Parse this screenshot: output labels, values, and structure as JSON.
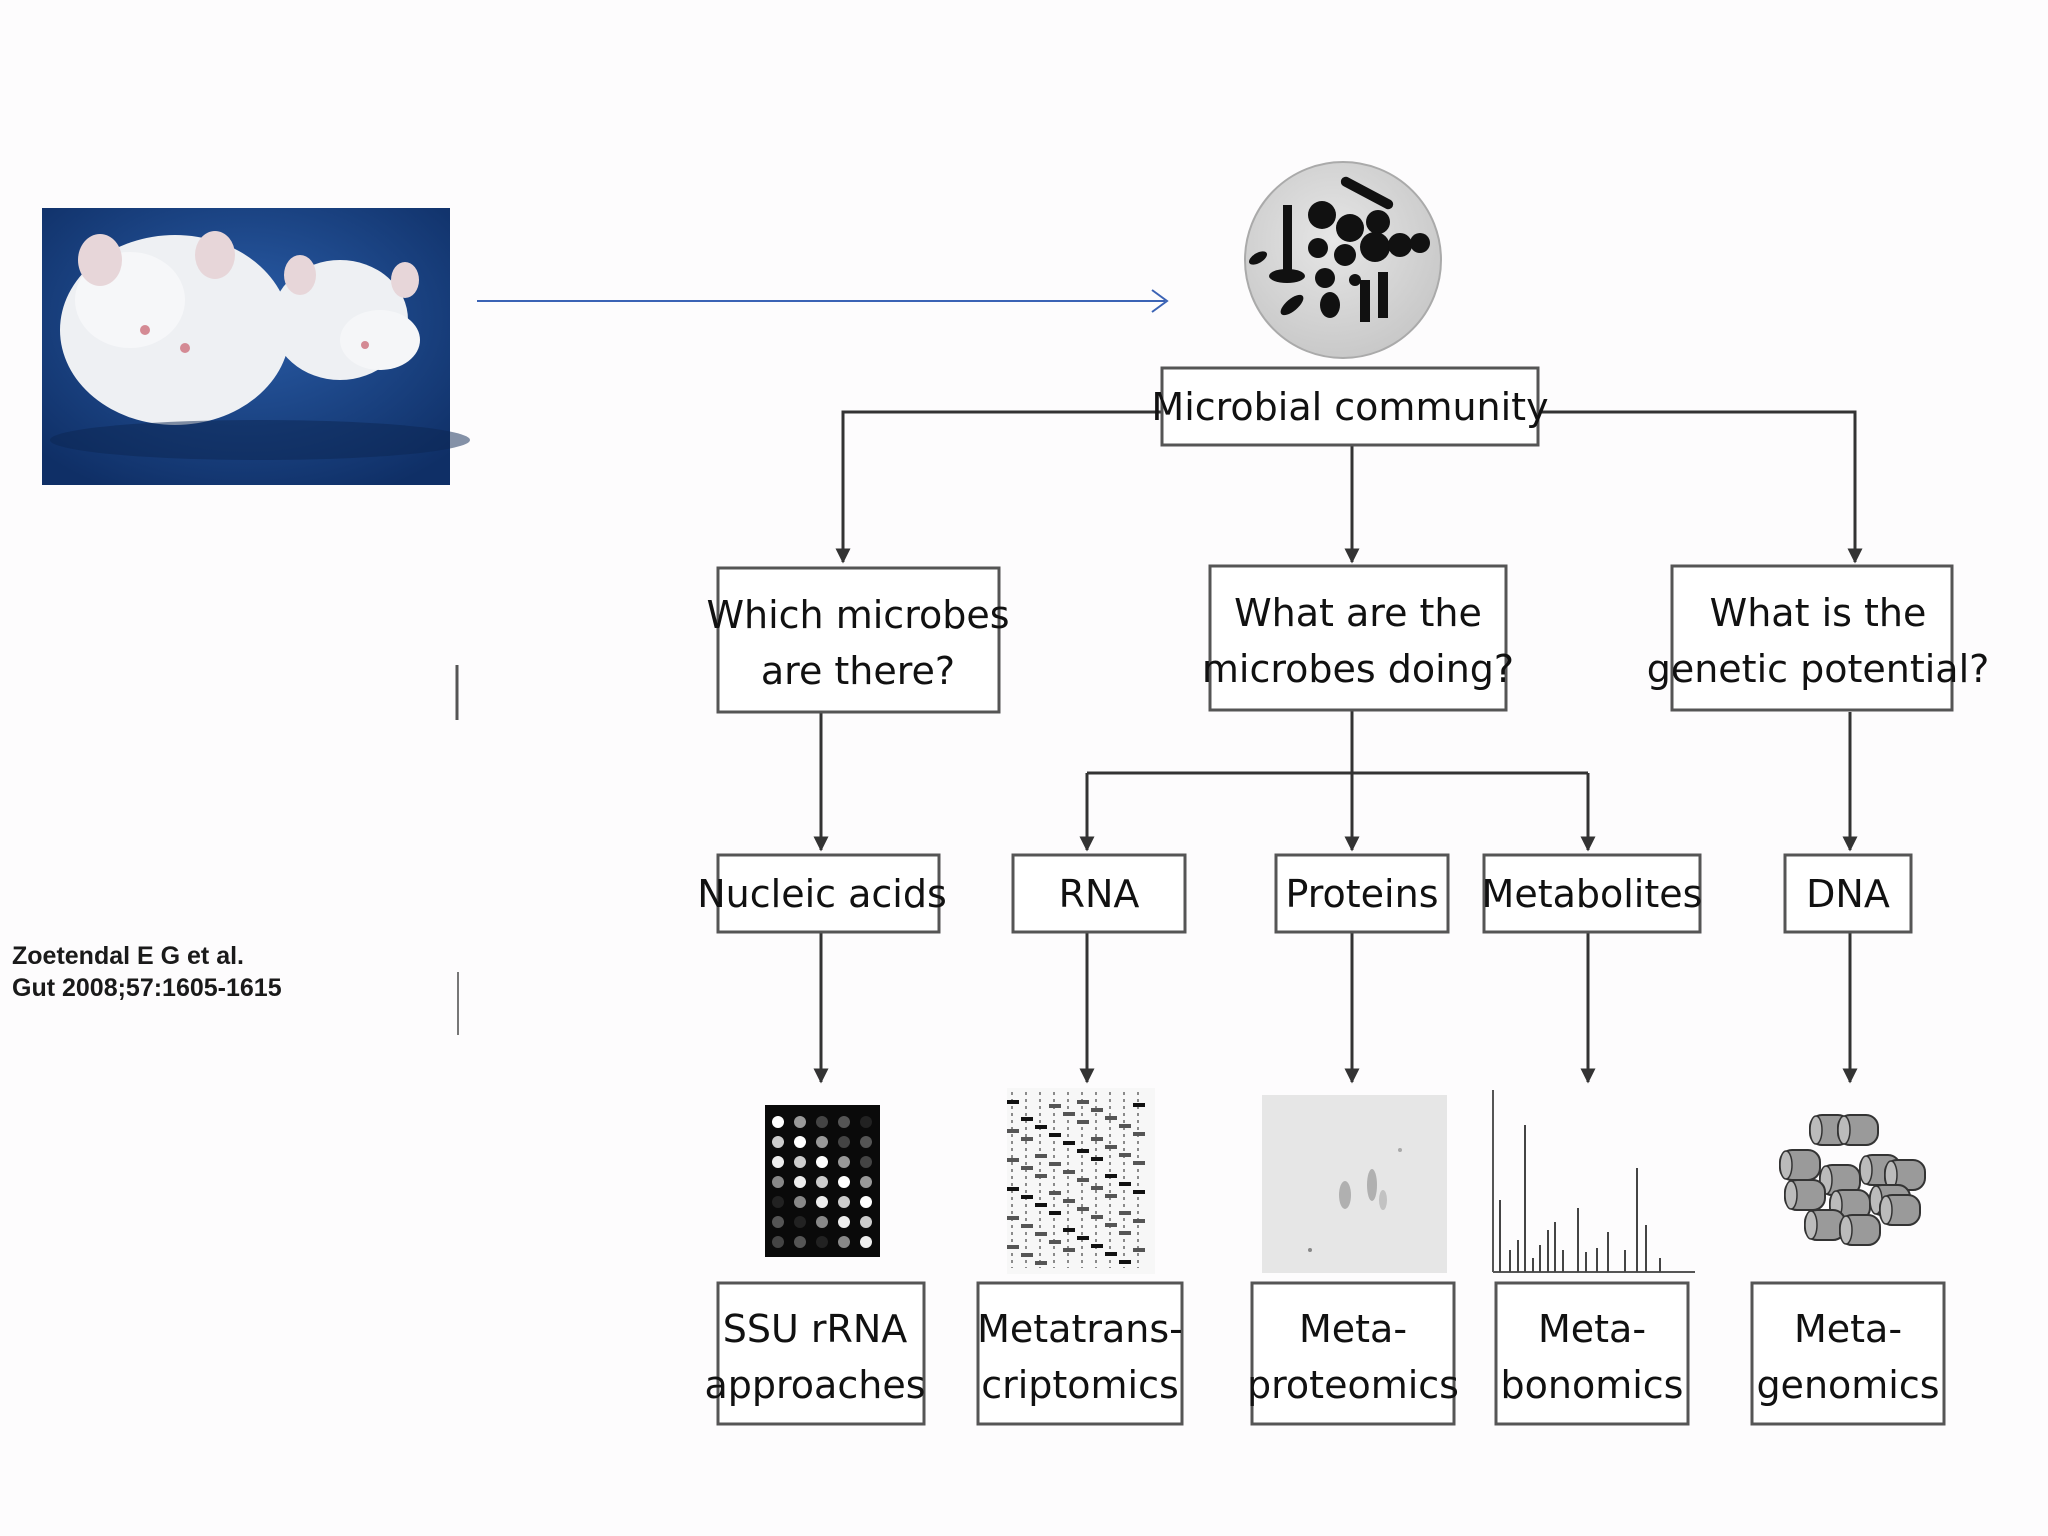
{
  "citation": {
    "line1": "Zoetendal E G et al.",
    "line2": "Gut 2008;57:1605-1615"
  },
  "diagram": {
    "root": "Microbial community",
    "questions": {
      "which": [
        "Which microbes",
        "are there?"
      ],
      "doing": [
        "What are the",
        "microbes doing?"
      ],
      "genetic": [
        "What is the",
        "genetic potential?"
      ]
    },
    "molecules": {
      "nucleic": "Nucleic acids",
      "rna": "RNA",
      "proteins": "Proteins",
      "metabolites": "Metabolites",
      "dna": "DNA"
    },
    "approaches": {
      "ssu": [
        "SSU rRNA",
        "approaches"
      ],
      "metatrans": [
        "Metatrans-",
        "criptomics"
      ],
      "metaprot": [
        "Meta-",
        "proteomics"
      ],
      "metabon": [
        "Meta-",
        "bonomics"
      ],
      "metagen": [
        "Meta-",
        "genomics"
      ]
    }
  },
  "colors": {
    "arrow": "#3b63b5",
    "photo_bg": "#143a7a",
    "mouse": "#eef0f3"
  }
}
